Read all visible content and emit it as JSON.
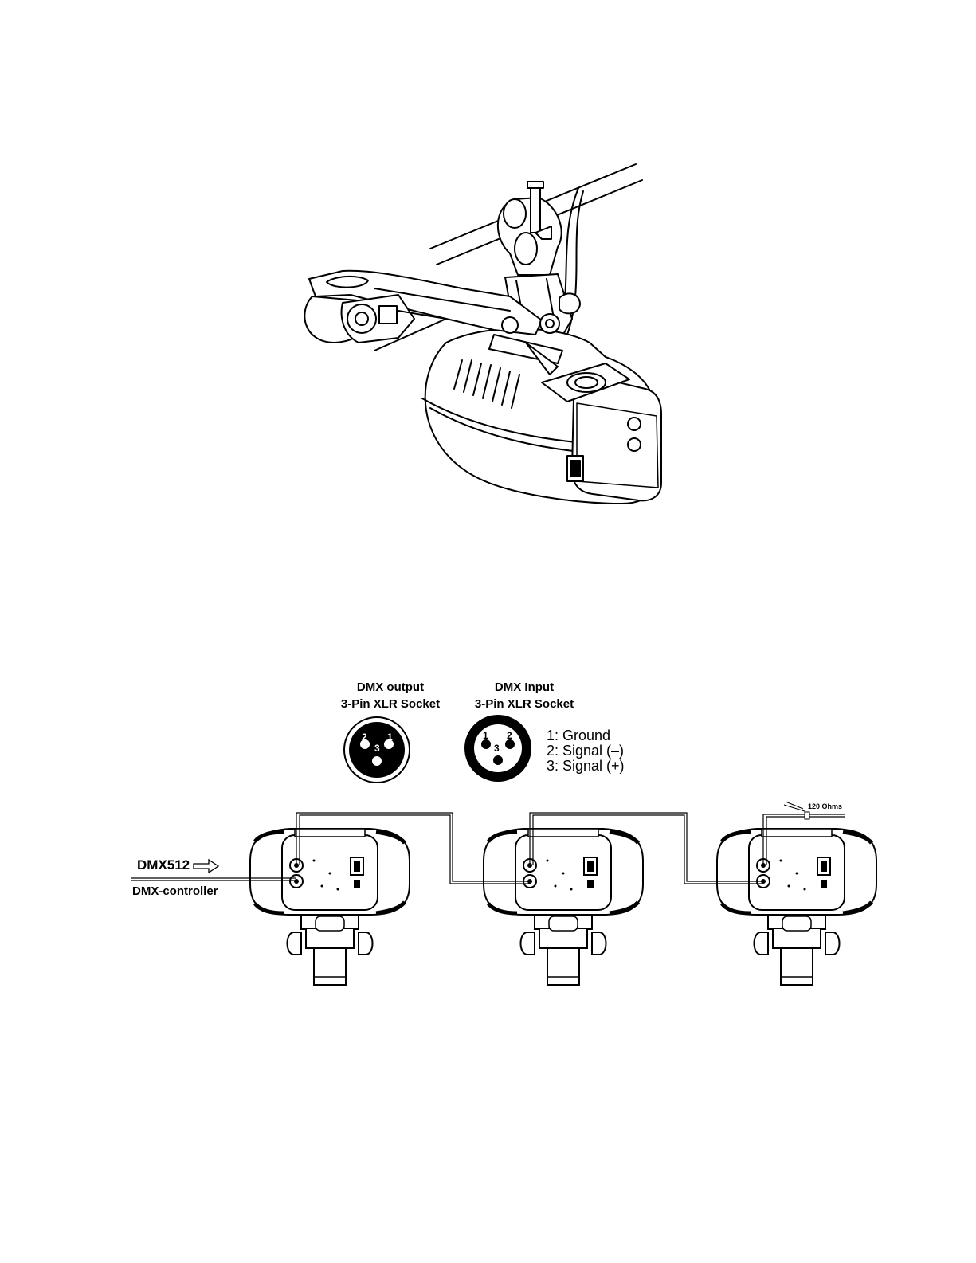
{
  "connectors": {
    "output": {
      "title": "DMX output",
      "subtitle": "3-Pin XLR Socket",
      "pins": [
        "2",
        "1",
        "3"
      ]
    },
    "input": {
      "title": "DMX Input",
      "subtitle": "3-Pin XLR Socket",
      "pins": [
        "1",
        "2",
        "3"
      ]
    }
  },
  "pinout": [
    "1: Ground",
    "2: Signal (–)",
    "3: Signal (+)"
  ],
  "chain": {
    "signal_label": "DMX512",
    "controller_label": "DMX-controller",
    "terminator_label": "120 Ohms",
    "fixture_count": 3
  },
  "icons": [
    "ceiling-mounted-fixture-illustration",
    "xlr-socket-icon",
    "arrow-right-icon",
    "terminator-resistor-icon"
  ]
}
